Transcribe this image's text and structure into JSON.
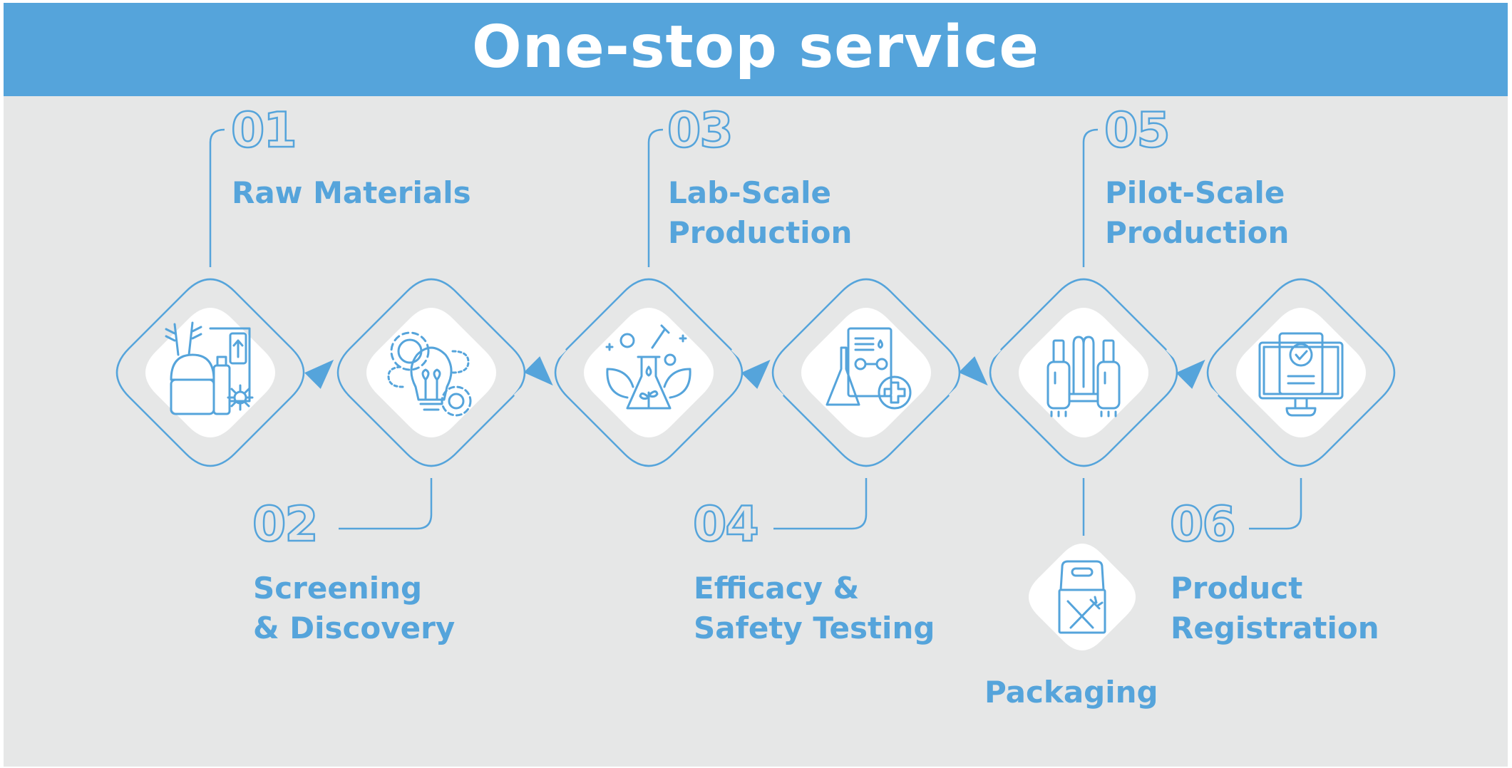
{
  "header": {
    "title": "One-stop service"
  },
  "colors": {
    "accent": "#55a4db",
    "panel": "#e6e7e7",
    "tile": "#ffffff"
  },
  "steps": [
    {
      "number": "01",
      "lines": [
        "Raw Materials"
      ],
      "icon": "raw-materials-icon"
    },
    {
      "number": "02",
      "lines": [
        "Screening",
        "& Discovery"
      ],
      "icon": "lightbulb-gears-icon"
    },
    {
      "number": "03",
      "lines": [
        "Lab-Scale",
        "Production"
      ],
      "icon": "lab-flask-plants-icon"
    },
    {
      "number": "04",
      "lines": [
        "Efficacy &",
        "Safety Testing"
      ],
      "icon": "lab-report-flask-icon"
    },
    {
      "number": "05",
      "lines": [
        "Pilot-Scale",
        "Production"
      ],
      "icon": "production-tanks-icon"
    },
    {
      "number": "06",
      "lines": [
        "Product",
        "Registration"
      ],
      "icon": "monitor-certificate-icon"
    }
  ],
  "extra": {
    "label": "Packaging",
    "icon": "food-package-icon"
  }
}
